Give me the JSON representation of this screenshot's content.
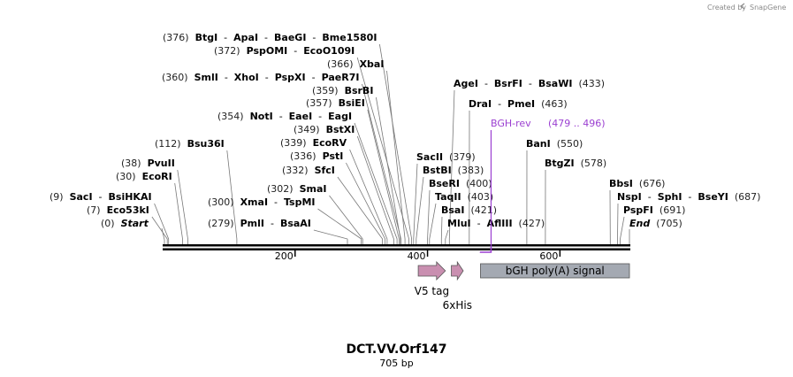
{
  "credit": {
    "text": "Created by",
    "logo_text": "SnapGene"
  },
  "map": {
    "name": "DCT.VV.Orf147",
    "length_label": "705 bp",
    "length": 705,
    "axis_ticks": [
      {
        "pos": 200,
        "label": "200"
      },
      {
        "pos": 400,
        "label": "400"
      },
      {
        "pos": 600,
        "label": "600"
      }
    ],
    "start_label": {
      "pos": 0,
      "pos_text": "(0)",
      "name": "Start"
    },
    "end_label": {
      "pos": 705,
      "pos_text": "(705)",
      "name": "End"
    }
  },
  "left_labels": [
    {
      "id": "btgi-group",
      "pos": 376,
      "pos_text": "(376)",
      "enzymes": [
        "BtgI",
        "ApaI",
        "BaeGI",
        "Bme1580I"
      ]
    },
    {
      "id": "pspomi-group",
      "pos": 372,
      "pos_text": "(372)",
      "enzymes": [
        "PspOMI",
        "EcoO109I"
      ]
    },
    {
      "id": "xbai-group",
      "pos": 366,
      "pos_text": "(366)",
      "enzymes": [
        "XbaI"
      ]
    },
    {
      "id": "smli-group",
      "pos": 360,
      "pos_text": "(360)",
      "enzymes": [
        "SmlI",
        "XhoI",
        "PspXI",
        "PaeR7I"
      ]
    },
    {
      "id": "bsrbi-group",
      "pos": 359,
      "pos_text": "(359)",
      "enzymes": [
        "BsrBI"
      ]
    },
    {
      "id": "bsiei-group",
      "pos": 357,
      "pos_text": "(357)",
      "enzymes": [
        "BsiEI"
      ]
    },
    {
      "id": "noti-group",
      "pos": 354,
      "pos_text": "(354)",
      "enzymes": [
        "NotI",
        "EaeI",
        "EagI"
      ]
    },
    {
      "id": "bstxi-group",
      "pos": 349,
      "pos_text": "(349)",
      "enzymes": [
        "BstXI"
      ]
    },
    {
      "id": "ecorv-group",
      "pos": 339,
      "pos_text": "(339)",
      "enzymes": [
        "EcoRV"
      ]
    },
    {
      "id": "bsu36i-group",
      "pos": 112,
      "pos_text": "(112)",
      "enzymes": [
        "Bsu36I"
      ]
    },
    {
      "id": "psti-group",
      "pos": 336,
      "pos_text": "(336)",
      "enzymes": [
        "PstI"
      ]
    },
    {
      "id": "sfci-group",
      "pos": 332,
      "pos_text": "(332)",
      "enzymes": [
        "SfcI"
      ]
    },
    {
      "id": "pvuii-group",
      "pos": 38,
      "pos_text": "(38)",
      "enzymes": [
        "PvuII"
      ]
    },
    {
      "id": "ecori-group",
      "pos": 30,
      "pos_text": "(30)",
      "enzymes": [
        "EcoRI"
      ]
    },
    {
      "id": "smai-group",
      "pos": 302,
      "pos_text": "(302)",
      "enzymes": [
        "SmaI"
      ]
    },
    {
      "id": "saci-group",
      "pos": 9,
      "pos_text": "(9)",
      "enzymes": [
        "SacI",
        "BsiHKAI"
      ]
    },
    {
      "id": "xmai-group",
      "pos": 300,
      "pos_text": "(300)",
      "enzymes": [
        "XmaI",
        "TspMI"
      ]
    },
    {
      "id": "eco53ki-group",
      "pos": 7,
      "pos_text": "(7)",
      "enzymes": [
        "Eco53kI"
      ]
    },
    {
      "id": "pmli-group",
      "pos": 279,
      "pos_text": "(279)",
      "enzymes": [
        "PmlI",
        "BsaAI"
      ]
    }
  ],
  "right_labels": [
    {
      "id": "agei-group",
      "pos": 433,
      "pos_text": "(433)",
      "enzymes": [
        "AgeI",
        "BsrFI",
        "BsaWI"
      ]
    },
    {
      "id": "drai-group",
      "pos": 463,
      "pos_text": "(463)",
      "enzymes": [
        "DraI",
        "PmeI"
      ]
    },
    {
      "id": "sacii-group",
      "pos": 379,
      "pos_text": "(379)",
      "enzymes": [
        "SacII"
      ]
    },
    {
      "id": "bstbi-group",
      "pos": 383,
      "pos_text": "(383)",
      "enzymes": [
        "BstBI"
      ]
    },
    {
      "id": "bseri-group",
      "pos": 400,
      "pos_text": "(400)",
      "enzymes": [
        "BseRI"
      ]
    },
    {
      "id": "taqii-group",
      "pos": 403,
      "pos_text": "(403)",
      "enzymes": [
        "TaqII"
      ]
    },
    {
      "id": "bsai-group",
      "pos": 421,
      "pos_text": "(421)",
      "enzymes": [
        "BsaI"
      ]
    },
    {
      "id": "mlui-group",
      "pos": 427,
      "pos_text": "(427)",
      "enzymes": [
        "MluI",
        "AflIII"
      ]
    },
    {
      "id": "bani-group",
      "pos": 550,
      "pos_text": "(550)",
      "enzymes": [
        "BanI"
      ]
    },
    {
      "id": "btgzi-group",
      "pos": 578,
      "pos_text": "(578)",
      "enzymes": [
        "BtgZI"
      ]
    },
    {
      "id": "bbsi-group",
      "pos": 676,
      "pos_text": "(676)",
      "enzymes": [
        "BbsI"
      ]
    },
    {
      "id": "nspi-group",
      "pos": 687,
      "pos_text": "(687)",
      "enzymes": [
        "NspI",
        "SphI",
        "BseYI"
      ]
    },
    {
      "id": "pspfi-group",
      "pos": 691,
      "pos_text": "(691)",
      "enzymes": [
        "PspFI"
      ]
    }
  ],
  "primer": {
    "name": "BGH-rev",
    "range_text": "(479 .. 496)",
    "start": 479,
    "end": 496,
    "color": "#9b3fd1"
  },
  "features": [
    {
      "name": "V5 tag",
      "start": 386,
      "end": 427,
      "type": "arrow",
      "color": "#c98fb0"
    },
    {
      "name": "6xHis",
      "start": 436,
      "end": 454,
      "type": "arrow",
      "color": "#c98fb0"
    },
    {
      "name": "bGH poly(A) signal",
      "start": 480,
      "end": 705,
      "type": "box",
      "color": "#a4a9b2"
    }
  ]
}
